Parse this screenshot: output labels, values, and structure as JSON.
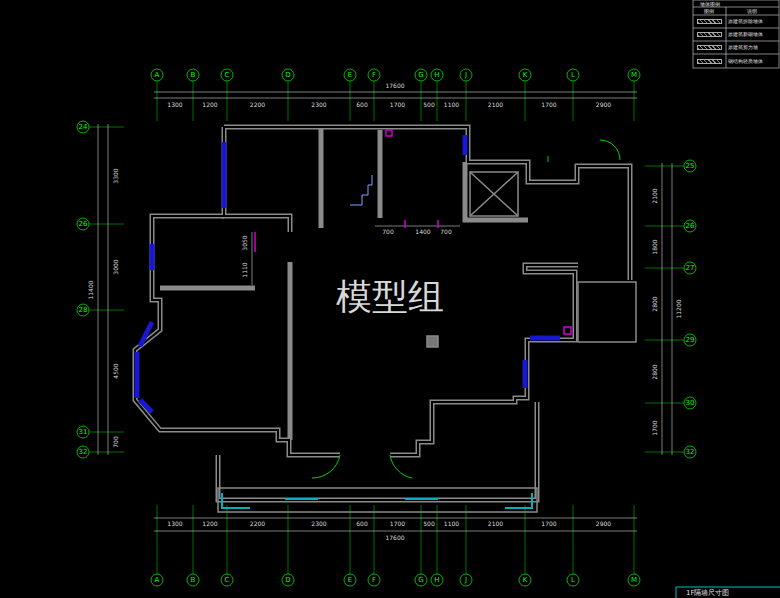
{
  "diagram": {
    "title": "墙体图例",
    "caption": "1F隔墙尺寸图",
    "labels": [
      "A",
      "B",
      "C",
      "D",
      "E",
      "F",
      "G",
      "H",
      "J",
      "K",
      "L",
      "M",
      "1300",
      "1200",
      "2200",
      "2300",
      "600",
      "1700",
      "500",
      "1100",
      "2100",
      "1700",
      "2900",
      "17600",
      "A",
      "B",
      "C",
      "D",
      "E",
      "F",
      "G",
      "H",
      "J",
      "K",
      "L",
      "M",
      "1300",
      "1200",
      "2200",
      "2300",
      "600",
      "1700",
      "500",
      "1100",
      "2100",
      "1700",
      "2900",
      "17600",
      "24",
      "26",
      "28",
      "31",
      "32",
      "3300",
      "3000",
      "4500",
      "700",
      "11400",
      "25",
      "26",
      "27",
      "29",
      "30",
      "32",
      "2100",
      "1800",
      "2800",
      "2800",
      "1700",
      "11200",
      "700",
      "1400",
      "700",
      "3050",
      "1110",
      "图例",
      "说明",
      "模型组"
    ],
    "legend": [
      {
        "text": "原建筑拆除墙体"
      },
      {
        "text": "原建筑新砌墙体"
      },
      {
        "text": "原建筑剪力墙"
      },
      {
        "text": "钢结构轻质墙体"
      }
    ]
  }
}
